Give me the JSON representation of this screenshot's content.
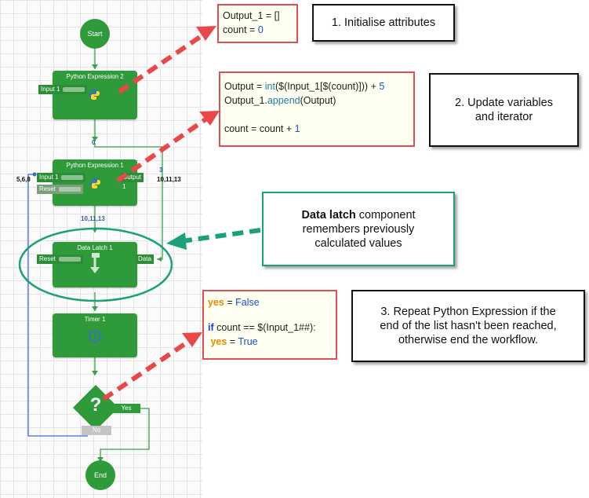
{
  "workflow": {
    "start_label": "Start",
    "end_label": "End",
    "python_expression_2": {
      "title": "Python Expression 2",
      "input": "Input 1"
    },
    "python_expression_1": {
      "title": "Python Expression 1",
      "input": "Input 1",
      "reset": "Reset",
      "output": "Output 1"
    },
    "data_latch": {
      "title": "Data Latch 1",
      "reset": "Reset",
      "data": "Data"
    },
    "timer": {
      "title": "Timer 1"
    },
    "decision": {
      "symbol": "?",
      "yes": "Yes",
      "no": "No"
    },
    "wire_labels": {
      "zero": "0",
      "input_values": "5,6,8",
      "three": "3",
      "output_right": "10,11,13",
      "output_below": "10,11,13"
    }
  },
  "code": {
    "box1": {
      "line1": "Output_1 = []",
      "line2_a": "count = ",
      "line2_b": "0"
    },
    "box2": {
      "l1_a": "Output = ",
      "l1_fn": "int",
      "l1_b": "($(Input_1[$(count)])) + ",
      "l1_num": "5",
      "l2_a": "Output_1.",
      "l2_fn": "append",
      "l2_b": "(Output)",
      "l3_a": "count = count + ",
      "l3_num": "1"
    },
    "box3": {
      "l1_kw": "yes",
      "l1_eq": " = ",
      "l1_val": "False",
      "l2_kw": "if",
      "l2_rest": " count == $(Input_1##):",
      "l3_kw": "yes",
      "l3_eq": " = ",
      "l3_val": "True"
    }
  },
  "callouts": {
    "c1": "1. Initialise attributes",
    "c2_l1": "2. Update variables",
    "c2_l2": "and iterator",
    "c3_bold": "Data latch",
    "c3_l1": " component",
    "c3_l2": "remembers previously",
    "c3_l3": "calculated values",
    "c4_l1": "3. Repeat Python Expression if the",
    "c4_l2": "end of the list hasn't been reached,",
    "c4_l3": "otherwise end the workflow."
  },
  "colors": {
    "node_green": "#2f9a3a",
    "wire_green": "#3aa14a",
    "wire_blue": "#3a6ad8",
    "code_border": "#e05050",
    "arrow_red": "#e84848",
    "arrow_teal": "#1aa07a",
    "latch_ellipse": "#1aa07a"
  }
}
